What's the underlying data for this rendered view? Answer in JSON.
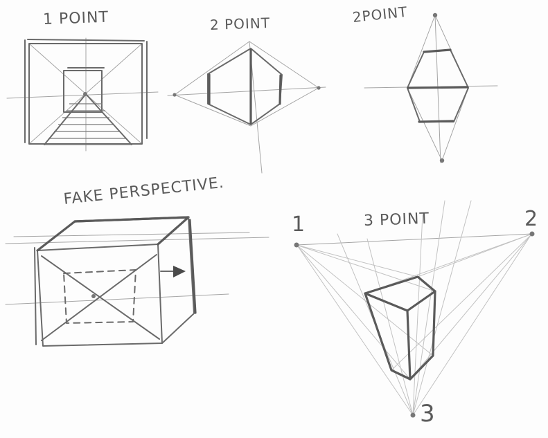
{
  "labels": {
    "one_point": "1 POINT",
    "two_point_a": "2 POINT",
    "two_point_b": "2POINT",
    "fake_perspective": "FAKE PERSPECTIVE.",
    "three_point": "3 POINT",
    "vp_1": "1",
    "vp_2": "2",
    "vp_3": "3"
  },
  "colors": {
    "paper": "#fdfdfd",
    "pencil": "#5a5a5a",
    "guide": "#a4a4a4"
  }
}
